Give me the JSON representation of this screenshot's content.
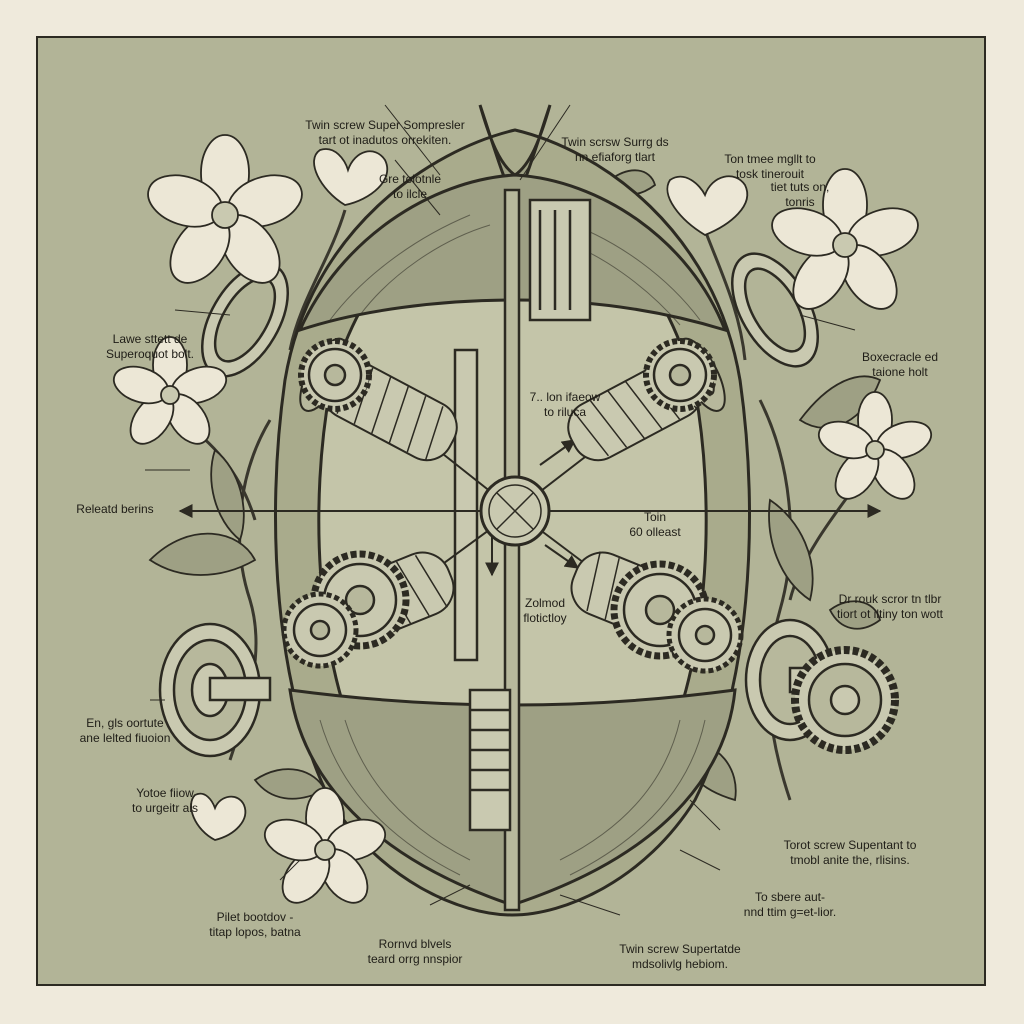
{
  "labels": {
    "top_left": [
      "Twin screw Super Sompresler",
      "tart ot inadutos orrekiten."
    ],
    "top_center": [
      "Gre tolotnle",
      "to ilcle"
    ],
    "top_mid": [
      "Twin scrsw Surrg ds",
      "nn efiaforg tlart"
    ],
    "top_right": [
      "Ton tmee mgllt to",
      "tosk tinerouit"
    ],
    "top_right_b": [
      "tiet tuts on,",
      "tonris"
    ],
    "left_upper": [
      "Lawe sttett de",
      "Superoquot bolt."
    ],
    "right_upper": [
      "Boxecracle ed",
      "taione holt"
    ],
    "center_upper": [
      "7.. lon ifaeow",
      "to riluca"
    ],
    "left_mid": [
      "Releatd berins"
    ],
    "center_right": [
      "Toin",
      "60 olleast"
    ],
    "center_lower": [
      "Zolmod",
      "flotictloy"
    ],
    "right_mid": [
      "Dr rouk scror tn tlbr",
      "tiort ot iltiny ton wott"
    ],
    "left_lower": [
      "En, gls oortute",
      "ane lelted fiuoion"
    ],
    "left_lower_b": [
      "Yotoe fiiow",
      "to urgeitr ais"
    ],
    "right_lower": [
      "Torot screw Supentant to",
      "tmobl anite the, rlisins."
    ],
    "right_lower_b": [
      "To sbere aut-",
      "nnd ttim g=et-lior."
    ],
    "bottom_left": [
      "Pilet bootdov -",
      "titap lopos, batna"
    ],
    "bottom_center": [
      "Rornvd blvels",
      "teard orrg nnspior"
    ],
    "bottom_right": [
      "Twin screw Supertatde",
      "mdsolivlg hebiom."
    ]
  },
  "colors": {
    "paper": "#efeadc",
    "panel": "#b2b497",
    "ink": "#2c2a22",
    "shell": "#a9ab8c",
    "petal": "#ece7d6",
    "metal": "#c9c9b0",
    "shadow": "#8e9072"
  }
}
